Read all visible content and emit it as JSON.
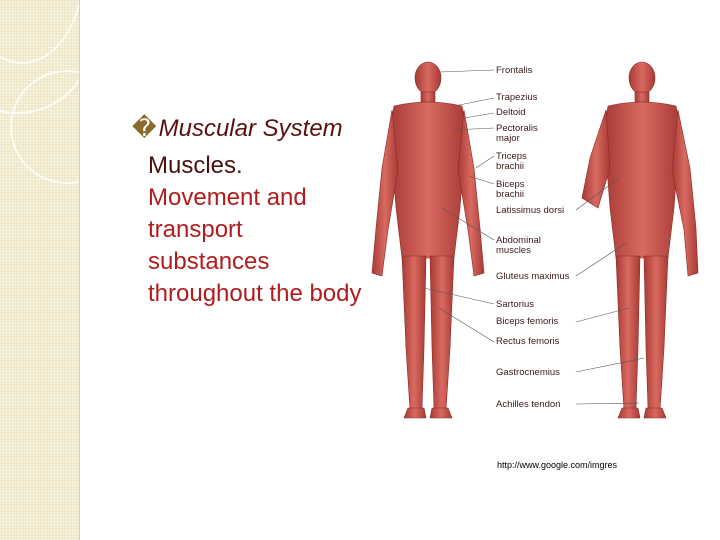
{
  "slide": {
    "title_bullet": "�",
    "title": "Muscular System",
    "body_first": "Muscles.",
    "body_rest": "Movement and transport substances throughout the body",
    "image_credit": "http://www.google.com/imgres"
  },
  "diagram": {
    "labels": [
      "Frontalis",
      "Trapezius",
      "Deltoid",
      "Pectoralis major",
      "Triceps brachii",
      "Biceps brachii",
      "Latissimus dorsi",
      "Abdominal muscles",
      "Gluteus maximus",
      "Sartorius",
      "Biceps femoris",
      "Rectus femoris",
      "Gastrocnemius",
      "Achilles tendon"
    ]
  },
  "colors": {
    "title": "#5a1010",
    "body": "#b11c1c",
    "muscle": "#c4504a",
    "band": "#efe6c6"
  }
}
